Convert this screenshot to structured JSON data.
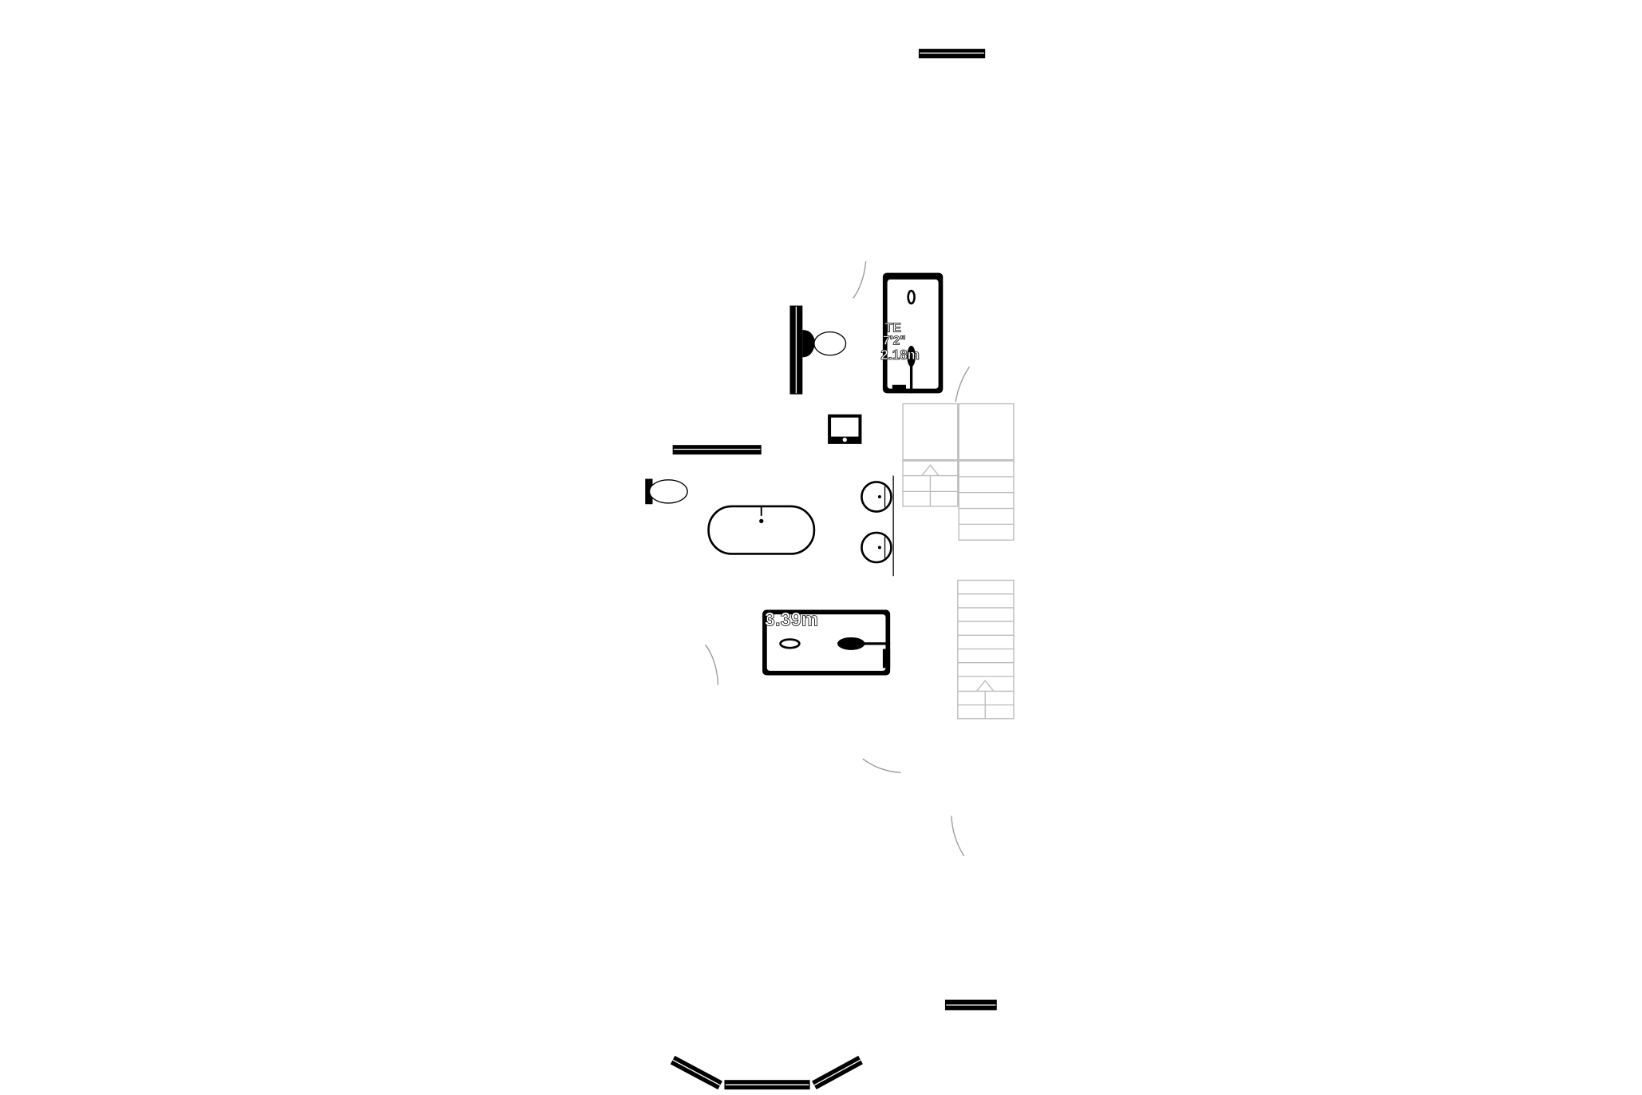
{
  "plan": {
    "labels": {
      "room_name_fragment": "TE",
      "room_dim_imperial": "7'2\"",
      "room_dim_metric": "2.18m",
      "shower_dim_metric": "3.39m"
    },
    "colors": {
      "ink": "#000000",
      "stair": "#bbbbbb",
      "arc": "#999999"
    }
  }
}
